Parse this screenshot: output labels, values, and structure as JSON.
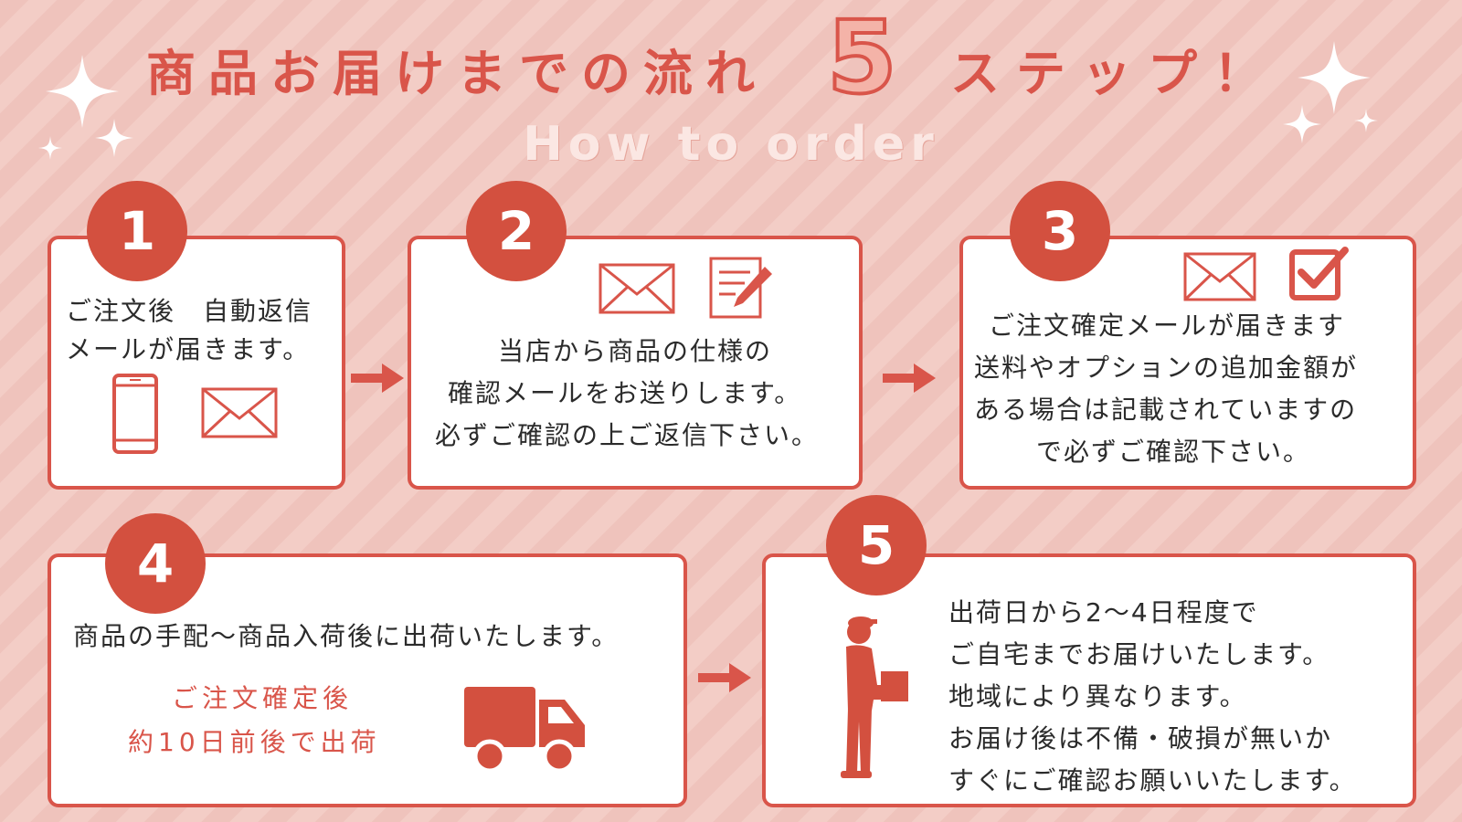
{
  "title": {
    "main": "商品お届けまでの流れ",
    "number": "5",
    "tail": "ステップ！",
    "subtitle": "How to order"
  },
  "steps": [
    {
      "number": "1",
      "lines": [
        "ご注文後　自動返信",
        "メールが届きます。"
      ],
      "icons": [
        "smartphone-icon",
        "envelope-icon"
      ]
    },
    {
      "number": "2",
      "lines": [
        "当店から商品の仕様の",
        "確認メールをお送りします。",
        "必ずご確認の上ご返信下さい。"
      ],
      "icons": [
        "envelope-icon",
        "document-pen-icon"
      ]
    },
    {
      "number": "3",
      "lines": [
        "ご注文確定メールが届きます",
        "送料やオプションの追加金額が",
        "ある場合は記載されていますの",
        "で必ずご確認下さい。"
      ],
      "icons": [
        "envelope-icon",
        "checkbox-icon"
      ]
    },
    {
      "number": "4",
      "lines": [
        "商品の手配～商品入荷後に出荷いたします。"
      ],
      "highlight": [
        "ご注文確定後",
        "約10日前後で出荷"
      ],
      "icons": [
        "truck-icon"
      ]
    },
    {
      "number": "5",
      "lines": [
        "出荷日から2～4日程度で",
        "ご自宅までお届けいたします。",
        "地域により異なります。",
        "お届け後は不備・破損が無いか",
        "すぐにご確認お願いいたします。"
      ],
      "icons": [
        "delivery-person-icon"
      ]
    }
  ],
  "colors": {
    "accent": "#d9554a",
    "badge": "#d3503f",
    "background": "#efc3bc",
    "card": "#ffffff"
  }
}
